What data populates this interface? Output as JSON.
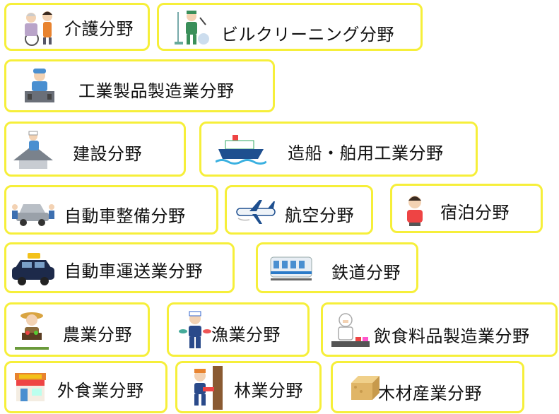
{
  "fields": [
    {
      "label": "介護分野",
      "icon": "caregiver-icon"
    },
    {
      "label": "ビルクリーニング分野",
      "icon": "cleaner-icon"
    },
    {
      "label": "工業製品製造業分野",
      "icon": "factory-worker-icon"
    },
    {
      "label": "建設分野",
      "icon": "roofer-icon"
    },
    {
      "label": "造船・舶用工業分野",
      "icon": "ship-icon"
    },
    {
      "label": "自動車整備分野",
      "icon": "car-mechanic-icon"
    },
    {
      "label": "航空分野",
      "icon": "airplane-icon"
    },
    {
      "label": "宿泊分野",
      "icon": "hotel-staff-icon"
    },
    {
      "label": "自動車運送業分野",
      "icon": "taxi-icon"
    },
    {
      "label": "鉄道分野",
      "icon": "train-icon"
    },
    {
      "label": "農業分野",
      "icon": "farmer-icon"
    },
    {
      "label": "漁業分野",
      "icon": "fisherman-icon"
    },
    {
      "label": "飲食料品製造業分野",
      "icon": "food-factory-icon"
    },
    {
      "label": "外食業分野",
      "icon": "restaurant-icon"
    },
    {
      "label": "林業分野",
      "icon": "lumberjack-icon"
    },
    {
      "label": "木材産業分野",
      "icon": "lumber-icon"
    }
  ],
  "colors": {
    "border": "#f6ef3a",
    "text": "#111111"
  }
}
